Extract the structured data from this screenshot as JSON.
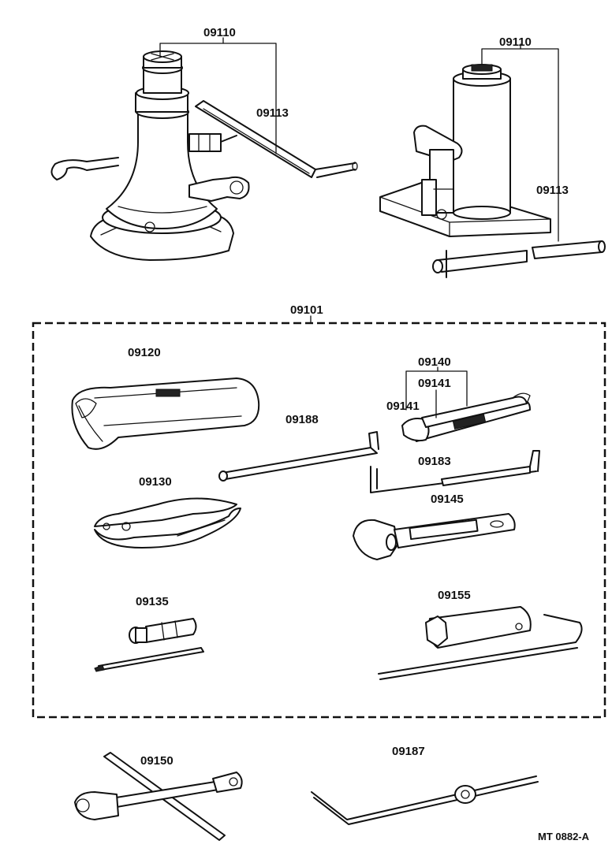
{
  "labels": {
    "jack_a": "09110",
    "jack_a_handle": "09113",
    "jack_b": "09110",
    "jack_b_handle": "09113",
    "tool_set": "09101",
    "tool_bag": "09120",
    "pliers": "09130",
    "screwdriver": "09135",
    "wrench_group": "09140",
    "wrench_a": "09141",
    "wrench_b": "09141",
    "rod_a": "09188",
    "rod_b": "09183",
    "adjustable_wrench": "09145",
    "plug_wrench": "09155",
    "lug_wrench": "09150",
    "crank_handle": "09187",
    "catalog_code": "MT 0882-A"
  }
}
